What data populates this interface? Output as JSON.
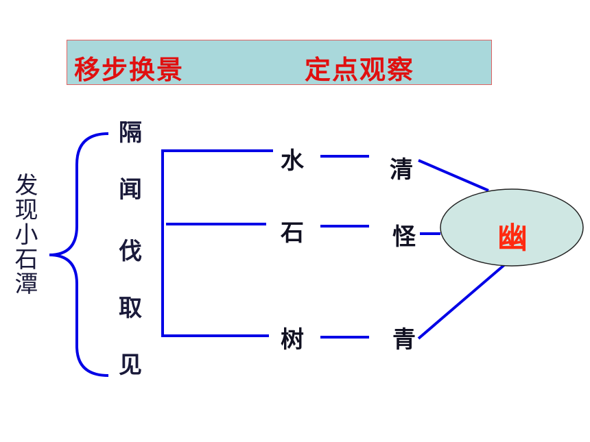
{
  "banner": {
    "left_text": "移步换景",
    "right_text": "定点观察"
  },
  "left_title": "发现小石潭",
  "steps": [
    "隔",
    "闻",
    "伐",
    "取",
    "见"
  ],
  "objects": [
    {
      "name": "水",
      "quality": "清"
    },
    {
      "name": "石",
      "quality": "怪"
    },
    {
      "name": "树",
      "quality": "青"
    }
  ],
  "center": "幽",
  "colors": {
    "banner_bg": "#a9d8db",
    "banner_text": "#e01010",
    "line": "#0000e6",
    "oval_fill": "#cfe7e3",
    "center_text": "#ff2a10"
  }
}
